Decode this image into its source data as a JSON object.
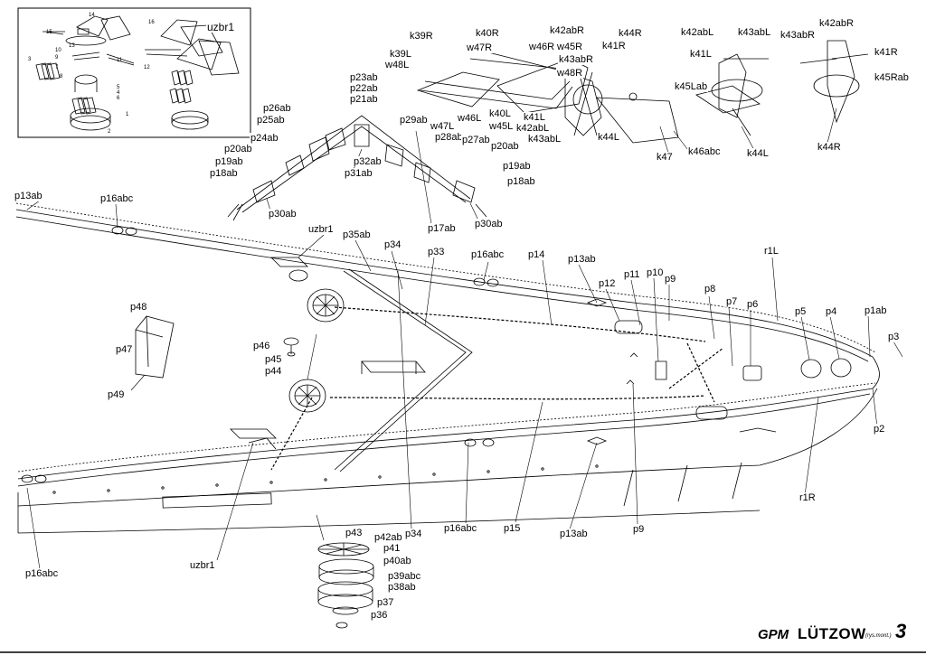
{
  "inset": {
    "title": "uzbr1",
    "part_numbers": [
      "1",
      "2",
      "3",
      "4",
      "5",
      "6",
      "7",
      "8",
      "9",
      "10",
      "11",
      "12",
      "13",
      "14",
      "15",
      "16"
    ]
  },
  "labels": {
    "uzbr1_top": "uzbr1",
    "uzbr1_bottom": "uzbr1",
    "k39R": "k39R",
    "k39L": "k39L",
    "w48L": "w48L",
    "k40R": "k40R",
    "w47R": "w47R",
    "w46R": "w46R",
    "k42abR_top": "k42abR",
    "w45R": "w45R",
    "k43abR": "k43abR",
    "w48R": "w48R",
    "k44R_top": "k44R",
    "k41R_top": "k41R",
    "k40L": "k40L",
    "w46L": "w46L",
    "w47L": "w47L",
    "w45L": "w45L",
    "k41L_mid": "k41L",
    "k42abL_mid": "k42abL",
    "k43abL_mid": "k43abL",
    "k44L_mid": "k44L",
    "k47": "k47",
    "k46abc": "k46abc",
    "k42abL_r": "k42abL",
    "k43abL_r": "k43abL",
    "k41L_r": "k41L",
    "k45Lab": "k45Lab",
    "k44L_r": "k44L",
    "k43abR_r": "k43abR",
    "k42abR_r": "k42abR",
    "k41R_r": "k41R",
    "k45Rab": "k45Rab",
    "k44R_r": "k44R",
    "p23ab": "p23ab",
    "p22ab": "p22ab",
    "p21ab": "p21ab",
    "p26ab": "p26ab",
    "p25ab": "p25ab",
    "p24ab": "p24ab",
    "p20ab_l": "p20ab",
    "p19ab_l": "p19ab",
    "p18ab_l": "p18ab",
    "p30ab_l": "p30ab",
    "p29ab": "p29ab",
    "p28ab": "p28ab",
    "p27ab": "p27ab",
    "p20ab_r": "p20ab",
    "p19ab_r": "p19ab",
    "p18ab_r": "p18ab",
    "p30ab_r": "p30ab",
    "p32ab": "p32ab",
    "p31ab": "p31ab",
    "p17ab": "p17ab",
    "p13ab_l": "p13ab",
    "p16abc_l": "p16abc",
    "p35ab": "p35ab",
    "p34_top": "p34",
    "p33": "p33",
    "p16abc_m": "p16abc",
    "p14": "p14",
    "p13ab_m": "p13ab",
    "p12": "p12",
    "p11": "p11",
    "p10": "p10",
    "p9_top": "p9",
    "p8": "p8",
    "p7": "p7",
    "p6": "p6",
    "p5": "p5",
    "p4": "p4",
    "p1ab": "p1ab",
    "p3": "p3",
    "r1L": "r1L",
    "p2": "p2",
    "r1R": "r1R",
    "p48": "p48",
    "p47": "p47",
    "p49": "p49",
    "p46": "p46",
    "p45": "p45",
    "p44": "p44",
    "p16abc_b": "p16abc",
    "p15": "p15",
    "p13ab_b": "p13ab",
    "p9_bot": "p9",
    "p34_bot": "p34",
    "p16abc_bl": "p16abc",
    "p43": "p43",
    "p42ab": "p42ab",
    "p41": "p41",
    "p40ab": "p40ab",
    "p39abc": "p39abc",
    "p38ab": "p38ab",
    "p37": "p37",
    "p36": "p36"
  },
  "footer": {
    "brand": "GPM",
    "title": "LÜTZOW",
    "note": "(rys.mont.)",
    "page": "3"
  }
}
